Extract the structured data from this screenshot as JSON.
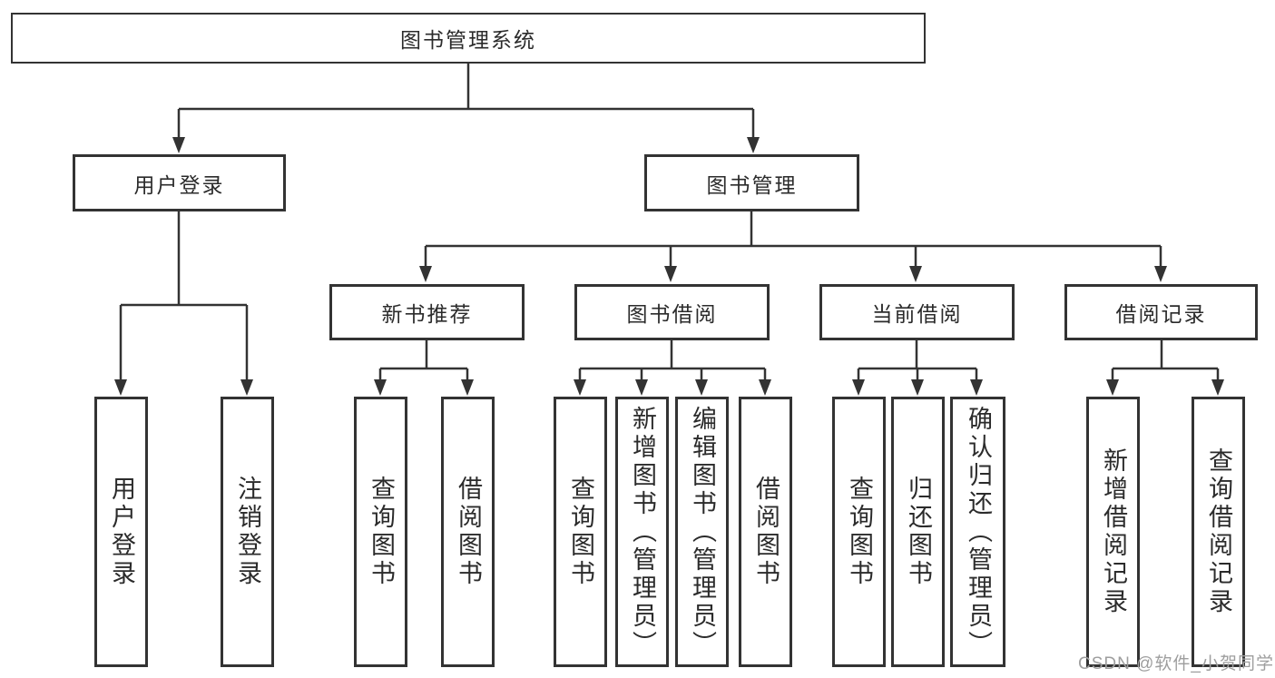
{
  "tree": {
    "label": "图书管理系统",
    "children": [
      {
        "label": "用户登录",
        "children": [
          {
            "label": "用户登录"
          },
          {
            "label": "注销登录"
          }
        ]
      },
      {
        "label": "图书管理",
        "children": [
          {
            "label": "新书推荐",
            "children": [
              {
                "label": "查询图书"
              },
              {
                "label": "借阅图书"
              }
            ]
          },
          {
            "label": "图书借阅",
            "children": [
              {
                "label": "查询图书"
              },
              {
                "label": "新增图书（管理员）"
              },
              {
                "label": "编辑图书（管理员）"
              },
              {
                "label": "借阅图书"
              }
            ]
          },
          {
            "label": "当前借阅",
            "children": [
              {
                "label": "查询图书"
              },
              {
                "label": "归还图书"
              },
              {
                "label": "确认归还（管理员）"
              }
            ]
          },
          {
            "label": "借阅记录",
            "children": [
              {
                "label": "新增借阅记录"
              },
              {
                "label": "查询借阅记录"
              }
            ]
          }
        ]
      }
    ]
  },
  "watermark": {
    "text": "CSDN @软件_小贺同学"
  },
  "colors": {
    "line": "#333333",
    "text": "#2b2b2b",
    "background": "#ffffff",
    "watermark": "#9e9e9e"
  }
}
